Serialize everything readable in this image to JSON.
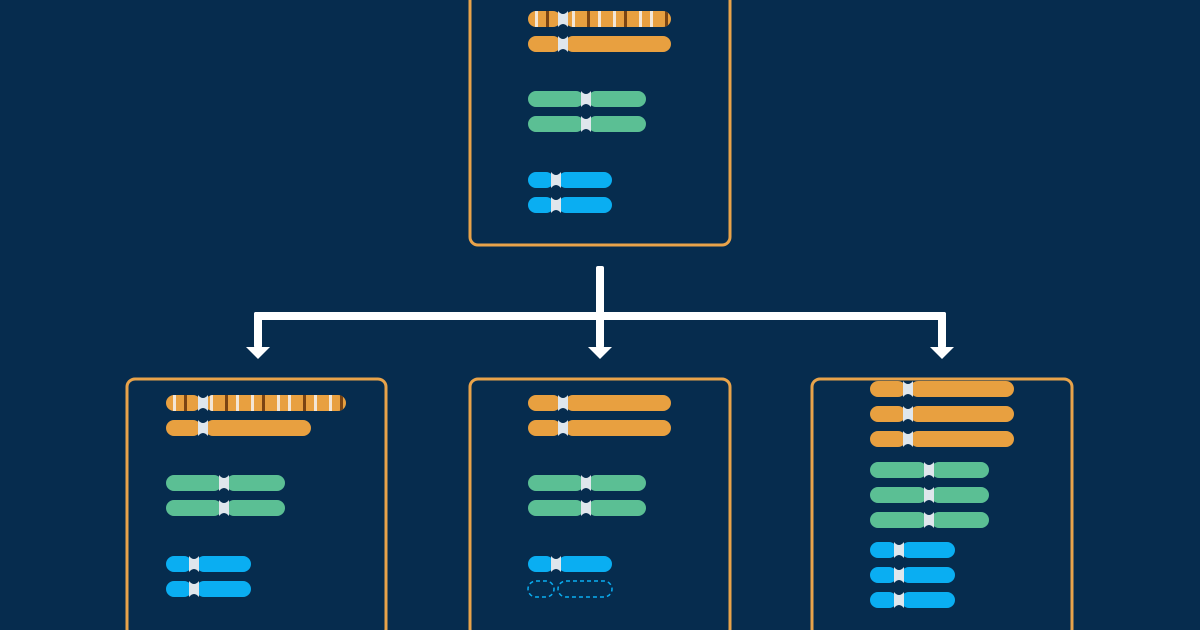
{
  "colors": {
    "background": "#062c4e",
    "panel_border": "#e8a34a",
    "connector": "#ffffff",
    "centromere": "#dfe6ec",
    "chromosome_orange": "#e8a040",
    "chromosome_green": "#5bbf94",
    "chromosome_blue": "#0aaef2",
    "band_light": "#f3e6d6",
    "band_dark": "#7a4413",
    "missing_outline": "#0aaef2"
  },
  "icons": {
    "parent": "parent-cell-icon",
    "child": "daughter-cell-icon",
    "arrow": "arrow-down-icon",
    "chromosome": "chromosome-icon"
  },
  "diagram": {
    "parent_cell": {
      "state": "normal",
      "karyotype": [
        {
          "color": "orange",
          "count": 2,
          "notes": [
            "banded",
            "plain"
          ]
        },
        {
          "color": "green",
          "count": 2
        },
        {
          "color": "blue",
          "count": 2
        }
      ]
    },
    "daughter_cells": [
      {
        "state": "altered-structure",
        "karyotype": [
          {
            "color": "orange",
            "count": 2,
            "notes": [
              "banded-extended",
              "shortened"
            ]
          },
          {
            "color": "green",
            "count": 2
          },
          {
            "color": "blue",
            "count": 2
          }
        ]
      },
      {
        "state": "monosomy",
        "karyotype": [
          {
            "color": "orange",
            "count": 2
          },
          {
            "color": "green",
            "count": 2
          },
          {
            "color": "blue",
            "count": 1,
            "missing": 1
          }
        ]
      },
      {
        "state": "polyploid",
        "karyotype": [
          {
            "color": "orange",
            "count": 3
          },
          {
            "color": "green",
            "count": 3
          },
          {
            "color": "blue",
            "count": 3
          }
        ]
      }
    ]
  }
}
